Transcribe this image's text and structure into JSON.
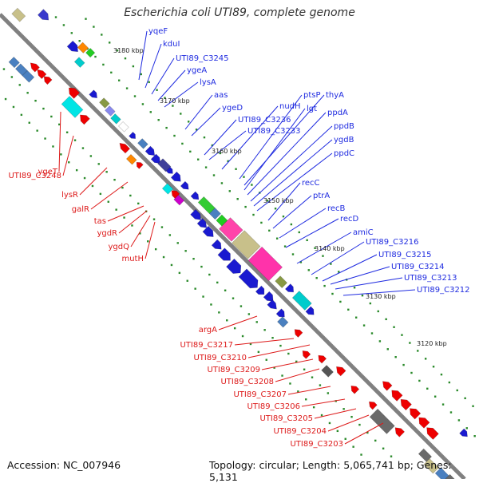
{
  "title": "Escherichia coli UTI89, complete genome",
  "footer": {
    "accession": "Accession: NC_007946",
    "summary": "Topology: circular; Length: 5,065,741 bp; Genes: 5,131"
  },
  "colors": {
    "backbone": "#808080",
    "forward_strand": "#0000ee",
    "reverse_strand": "#ee0000",
    "forward_label": "#1f2be0",
    "reverse_label": "#dd1a1a",
    "tick": "#2a8a2a",
    "ruler_text": "#222222"
  },
  "ruler_labels": [
    "3180 kbp",
    "3170 kbp",
    "3160 kbp",
    "3150 kbp",
    "3140 kbp",
    "3130 kbp",
    "3120 kbp"
  ],
  "forward_genes": [
    "yqeF",
    "kduI",
    "UTI89_C3245",
    "ygeA",
    "lysA",
    "aas",
    "ygeD",
    "nudH",
    "ptsP",
    "thyA",
    "lgt",
    "ppdA",
    "UTI89_C3236",
    "UTI89_C3233",
    "ppdB",
    "ygdB",
    "ppdC",
    "recC",
    "ptrA",
    "recB",
    "recD",
    "amiC",
    "UTI89_C3216",
    "UTI89_C3215",
    "UTI89_C3214",
    "UTI89_C3213",
    "UTI89_C3212"
  ],
  "reverse_genes": [
    "ygeT",
    "UTI89_C3248",
    "lysR",
    "galR",
    "tas",
    "ygdR",
    "ygdQ",
    "mutH",
    "argA",
    "UTI89_C3217",
    "UTI89_C3210",
    "UTI89_C3209",
    "UTI89_C3208",
    "UTI89_C3207",
    "UTI89_C3206",
    "UTI89_C3205",
    "UTI89_C3204",
    "UTI89_C3203"
  ]
}
